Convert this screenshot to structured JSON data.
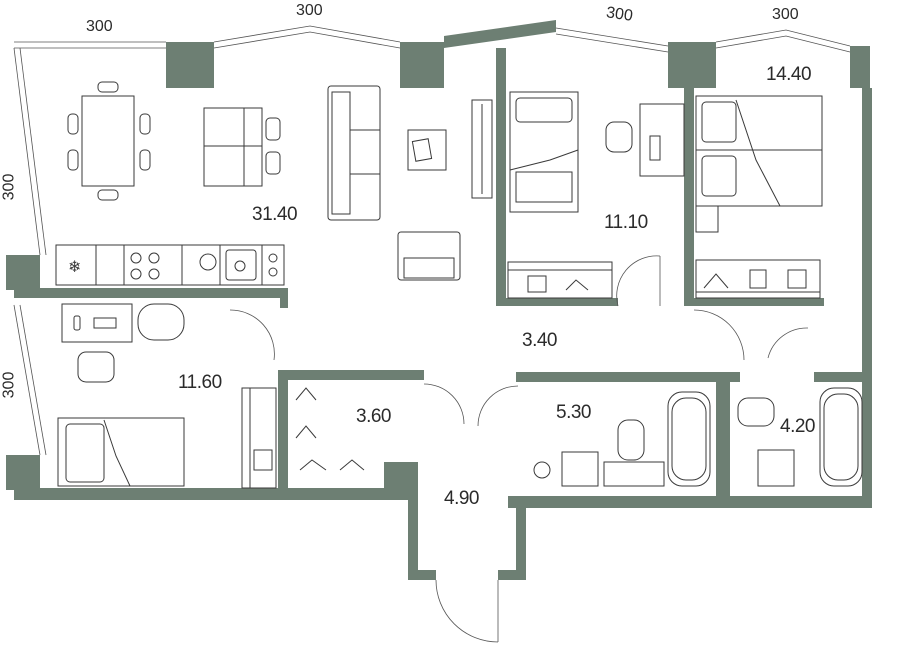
{
  "rooms": {
    "living": "31.40",
    "bedroom_mid": "11.10",
    "bedroom_right": "14.40",
    "bedroom_left": "11.60",
    "hall": "3.40",
    "closet": "3.60",
    "bath_mid": "5.30",
    "bath_right": "4.20",
    "entrance": "4.90"
  },
  "window_dims": {
    "top_1": "300",
    "top_2": "300",
    "top_3": "300",
    "top_4": "300",
    "left_1": "300",
    "left_2": "300"
  },
  "colors": {
    "wall": "#6d7f73",
    "line": "#3a3a3a"
  }
}
